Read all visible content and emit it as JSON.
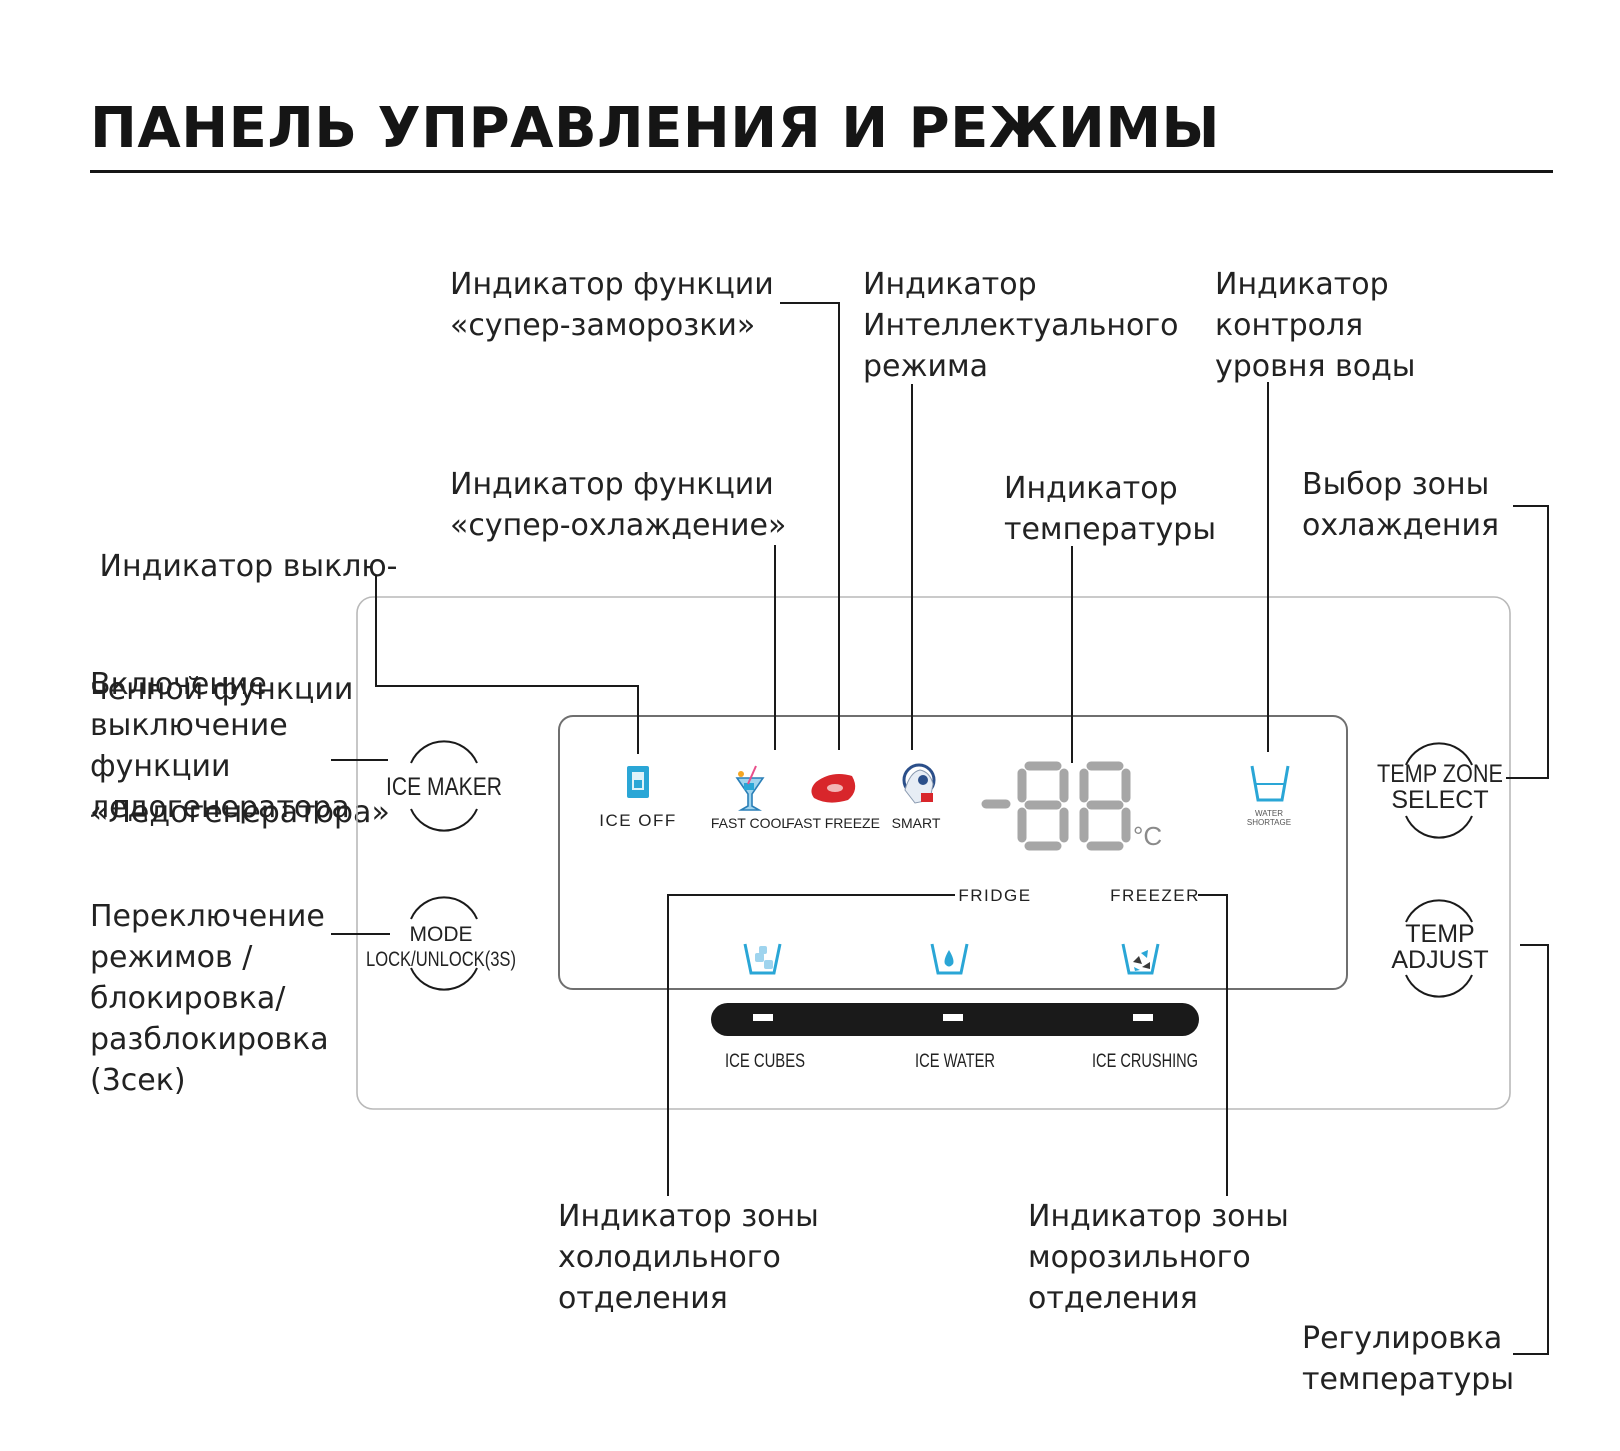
{
  "title": "ПАНЕЛЬ УПРАВЛЕНИЯ И РЕЖИМЫ",
  "callouts": {
    "super_freeze": [
      "Индикатор функции",
      "«супер-заморозки»"
    ],
    "smart_mode": [
      "Индикатор",
      "Интеллектуального",
      "режима"
    ],
    "water_level": [
      "Индикатор",
      "контроля",
      "уровня воды"
    ],
    "ice_off": [
      " Индикатор выклю-",
      "ченной функции",
      "«Ледогенератора»"
    ],
    "super_cool": [
      "Индикатор функции",
      "«супер-охлаждение»"
    ],
    "temperature": [
      "Индикатор",
      "температуры"
    ],
    "zone_select": [
      "Выбор зоны",
      "охлаждения"
    ],
    "ice_maker_toggle": [
      "Включение",
      "выключение",
      "функции",
      "ледогенератора"
    ],
    "mode_switch": [
      "Переключение",
      "режимов /",
      "блокировка/",
      "разблокировка",
      "(3сек)"
    ],
    "fridge_zone": [
      "Индикатор зоны",
      "холодильного",
      "отделения"
    ],
    "freezer_zone": [
      "Индикатор зоны",
      "морозильного",
      "отделения"
    ],
    "temp_adjust": [
      "Регулировка",
      "температуры"
    ]
  },
  "panel": {
    "buttons": {
      "ice_maker": [
        "ICE MAKER"
      ],
      "mode": [
        "MODE",
        "LOCK/UNLOCK(3S)"
      ],
      "temp_zone": [
        "TEMP ZONE",
        "SELECT"
      ],
      "temp_adjust": [
        "TEMP",
        "ADJUST"
      ]
    },
    "indicators": {
      "ice_off": "ICE OFF",
      "fast_cool": "FAST COOL",
      "fast_freeze": "FAST FREEZE",
      "smart": "SMART",
      "water_shortage": [
        "WATER",
        "SHORTAGE"
      ]
    },
    "display": {
      "digits": "-88",
      "unit": "°C"
    },
    "zones": {
      "fridge": "FRIDGE",
      "freezer": "FREEZER"
    },
    "dispense": [
      "ICE CUBES",
      "ICE WATER",
      "ICE CRUSHING"
    ]
  },
  "colors": {
    "accent_blue": "#2aa6d6",
    "meat_red": "#d8262b",
    "line": "#1a1a1a",
    "segment_gray": "#a6a6a6"
  },
  "icons": [
    "ice-off-icon",
    "fast-cool-icon",
    "fast-freeze-icon",
    "smart-icon",
    "water-shortage-icon",
    "ice-cubes-icon",
    "ice-water-icon",
    "ice-crushing-icon"
  ]
}
